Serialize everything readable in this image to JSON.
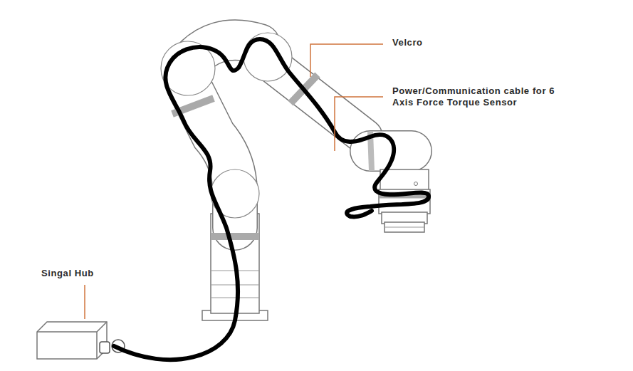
{
  "diagram": {
    "labels": [
      "Velcro",
      "Power/Communication cable for 6 Axis Force Torque Sensor",
      "Singal Hub"
    ]
  }
}
